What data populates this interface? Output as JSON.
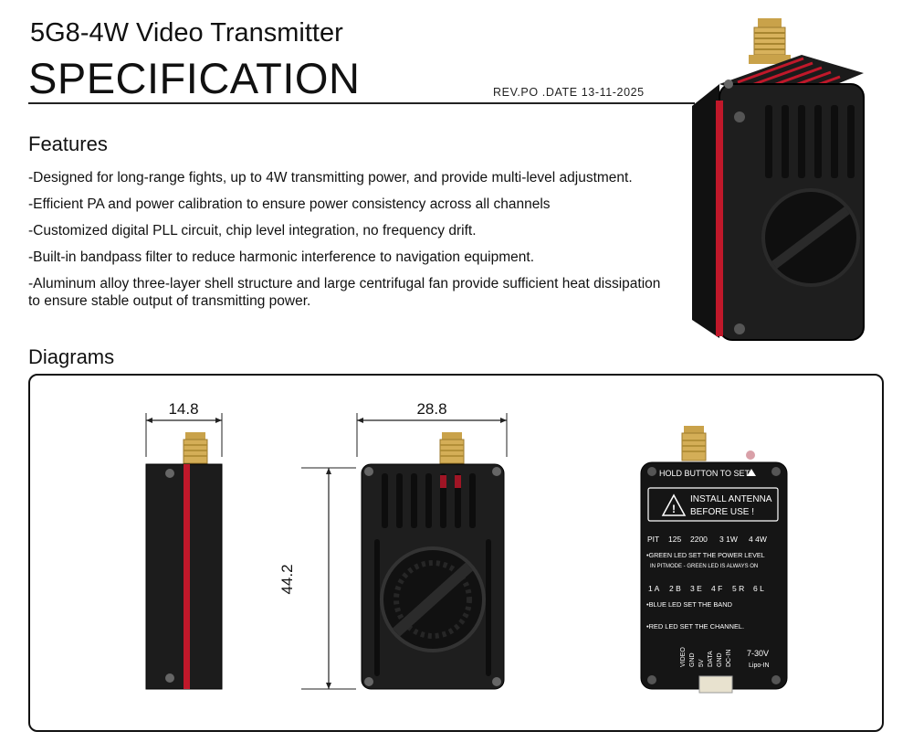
{
  "header": {
    "subtitle": "5G8-4W Video Transmitter",
    "title": "SPECIFICATION",
    "revision": "REV.PO .DATE 13-11-2025"
  },
  "features": {
    "heading": "Features",
    "items": [
      "-Designed for long-range fights, up to 4W transmitting power, and provide multi-level adjustment.",
      "-Efficient PA and power calibration to ensure power consistency across all channels",
      "-Customized digital PLL circuit, chip level integration, no frequency drift.",
      "-Built-in bandpass filter to reduce harmonic interference to navigation equipment.",
      "-Aluminum alloy three-layer shell structure and large centrifugal fan provide sufficient heat dissipation to ensure stable output of transmitting power."
    ]
  },
  "diagrams": {
    "heading": "Diagrams",
    "side_width": "14.8",
    "front_width": "28.8",
    "front_height": "44.2"
  },
  "back_label": {
    "hold": "HOLD BUTTON TO SET",
    "warn_line1": "INSTALL ANTENNA",
    "warn_line2": "BEFORE USE !",
    "power_levels": [
      "PIT",
      "125",
      "2200",
      "3 1W",
      "4 4W"
    ],
    "green_note1": "•GREEN LED SET THE POWER LEVEL",
    "green_note2": "IN PITMODE - GREEN LED IS ALWAYS ON",
    "bands": [
      "1 A",
      "2 B",
      "3 E",
      "4 F",
      "5 R",
      "6 L"
    ],
    "blue_note": "•BLUE LED SET THE BAND",
    "red_note": "•RED LED SET THE CHANNEL.",
    "pins": [
      "VIDEO",
      "GND",
      "5V",
      "DATA",
      "GND",
      "DC-IN"
    ],
    "voltage": "7-30V",
    "battery": "Lipo-IN"
  }
}
